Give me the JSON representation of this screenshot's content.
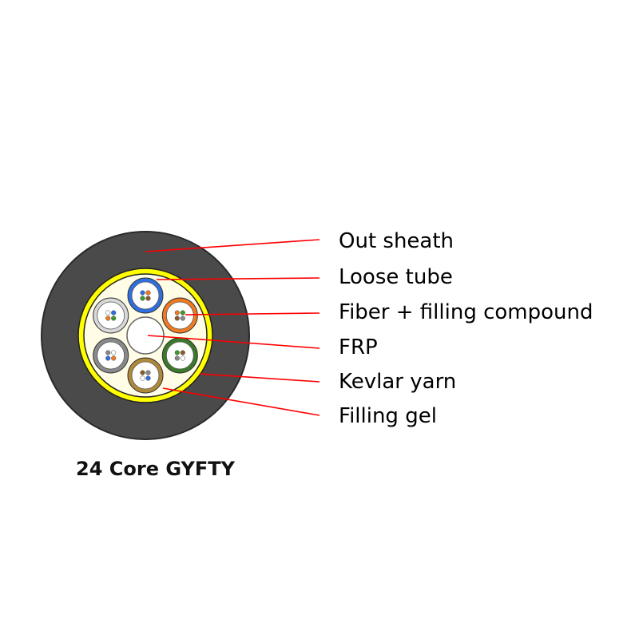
{
  "labels": {
    "out_sheath": "Out sheath",
    "loose_tube": "Loose tube",
    "fiber_filling": "Fiber + filling compound",
    "frp": "FRP",
    "kevlar": "Kevlar yarn",
    "filling_gel": "Filling gel"
  },
  "caption": "24 Core GYFTY",
  "colors": {
    "sheath": "#4a4a4a",
    "kevlar_ring": "#ffff00",
    "gel": "#fffde6",
    "leader": "#ff0000",
    "tube_blue": "#2f6fe0",
    "tube_orange": "#f07a22",
    "tube_green": "#3a7a2a",
    "tube_brown": "#b08a3a",
    "tube_gray": "#8a8a8a",
    "tube_white": "#d8d8d8"
  },
  "tubes": [
    {
      "name": "blue-tube",
      "color": "#2f6fe0"
    },
    {
      "name": "orange-tube",
      "color": "#f07a22"
    },
    {
      "name": "green-tube",
      "color": "#3a7a2a"
    },
    {
      "name": "brown-tube",
      "color": "#b08a3a"
    },
    {
      "name": "gray-tube",
      "color": "#8a8a8a"
    },
    {
      "name": "white-tube",
      "color": "#d8d8d8"
    }
  ]
}
